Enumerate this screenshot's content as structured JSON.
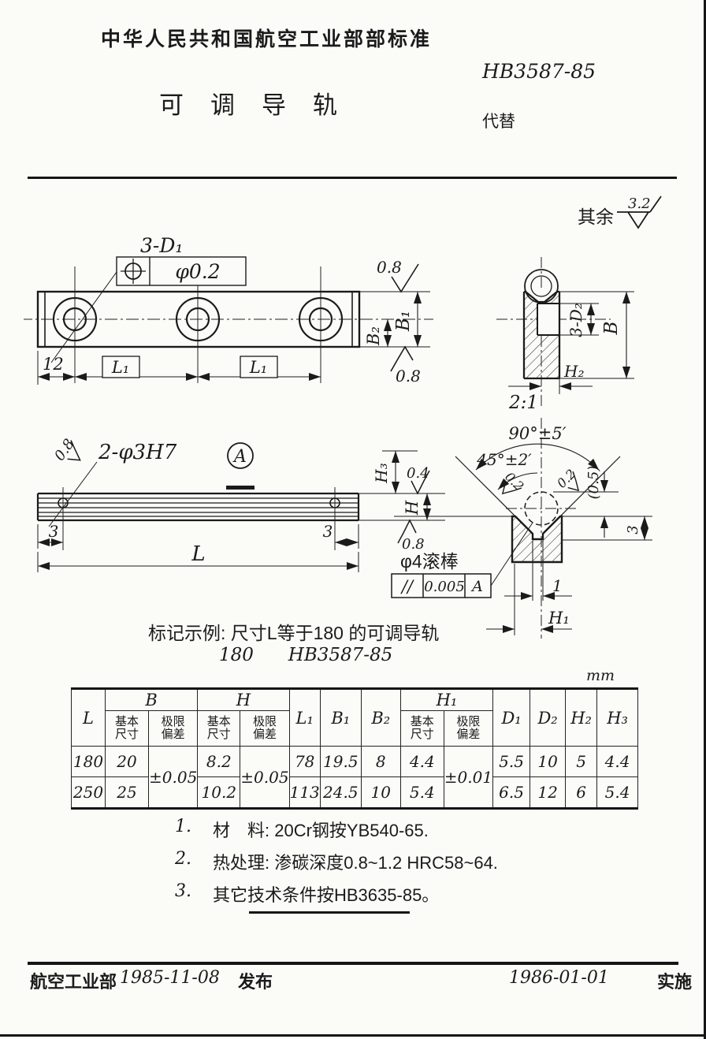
{
  "header": {
    "ministry": "中华人民共和国航空工业部部标准",
    "title": "可调导轨",
    "code": "HB3587-85",
    "replaces": "代替"
  },
  "general_roughness": {
    "label": "其余",
    "value": "3.2"
  },
  "plan_view": {
    "holes_callout": "3-D₁",
    "position_tolerance": "φ0.2",
    "dim_edge": "12",
    "dim_pitch_a": "L₁",
    "dim_pitch_b": "L₁",
    "dim_b1": "B₁",
    "dim_b2": "B₂",
    "finish_top": "0.8",
    "finish_bottom": "0.8"
  },
  "end_view": {
    "holes_callout": "3-D₂",
    "dim_b": "B",
    "dim_h2": "H₂"
  },
  "side_view": {
    "pins_callout": "2-φ3H7",
    "finish_end": "0.8",
    "detail_label": "A",
    "dim_left": "3",
    "dim_right": "3",
    "dim_length": "L",
    "dim_h3": "H₃",
    "finish_top": "0.4",
    "dim_h": "H",
    "finish_bottom": "0.8"
  },
  "detail_view": {
    "scale": "2:1",
    "angle_full": "90°±5′",
    "angle_half": "45°±2′",
    "finish_left_flank": "0.2",
    "finish_right_flank": "0.2",
    "dim_protrusion": "(0.5)",
    "dim_step": "3",
    "dim_flat": "1",
    "dim_h1": "H₁",
    "roller_note": "φ4滚棒",
    "parallelism": {
      "symbol": "//",
      "value": "0.005",
      "datum": "A"
    }
  },
  "marking": {
    "line1": "标记示例: 尺寸L等于180 的可调导轨",
    "line2": "180      HB3587-85"
  },
  "table": {
    "unit": "mm",
    "head": {
      "l": "L",
      "b": "B",
      "h": "H",
      "l1": "L₁",
      "b1": "B₁",
      "b2": "B₂",
      "h1": "H₁",
      "d1": "D₁",
      "d2": "D₂",
      "h2": "H₂",
      "h3": "H₃",
      "basic": "基本\n尺寸",
      "limit": "极限\n偏差"
    },
    "rows": {
      "l": [
        "180",
        "250"
      ],
      "b_basic": [
        "20",
        "25"
      ],
      "b_limit": "±0.05",
      "h_basic": [
        "8.2",
        "10.2"
      ],
      "h_limit": "±0.05",
      "l1": [
        "78",
        "113"
      ],
      "b1": [
        "19.5",
        "24.5"
      ],
      "b2": [
        "8",
        "10"
      ],
      "h1_basic": [
        "4.4",
        "5.4"
      ],
      "h1_limit": "±0.01",
      "d1": [
        "5.5",
        "6.5"
      ],
      "d2": [
        "10",
        "12"
      ],
      "h2": [
        "5",
        "6"
      ],
      "h3": [
        "4.4",
        "5.4"
      ]
    }
  },
  "notes": [
    {
      "num": "1.",
      "text": "材　料: 20Cr钢按YB540-65."
    },
    {
      "num": "2.",
      "text": "热处理: 渗碳深度0.8~1.2 HRC58~64."
    },
    {
      "num": "3.",
      "text": "其它技术条件按HB3635-85。"
    }
  ],
  "footer": {
    "issuer": "航空工业部",
    "issue_date": "1985-11-08",
    "issue_label": "发布",
    "effective_date": "1986-01-01",
    "effective_label": "实施"
  }
}
